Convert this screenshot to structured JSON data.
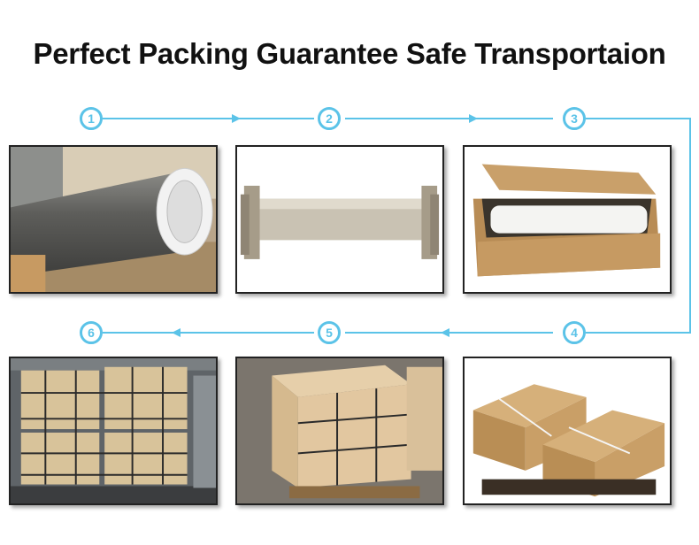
{
  "title": "Perfect Packing Guarantee Safe Transportaion",
  "steps": [
    {
      "number": "1",
      "description": "roll with white end protectors"
    },
    {
      "number": "2",
      "description": "roll with end supports"
    },
    {
      "number": "3",
      "description": "roll placed in cardboard box"
    },
    {
      "number": "4",
      "description": "cartons strapped on pallet"
    },
    {
      "number": "5",
      "description": "wooden crates on pallets"
    },
    {
      "number": "6",
      "description": "crates loaded in container"
    }
  ],
  "colors": {
    "flow_line": "#5bc3e8",
    "title_text": "#111111",
    "photo_border": "#222222"
  }
}
